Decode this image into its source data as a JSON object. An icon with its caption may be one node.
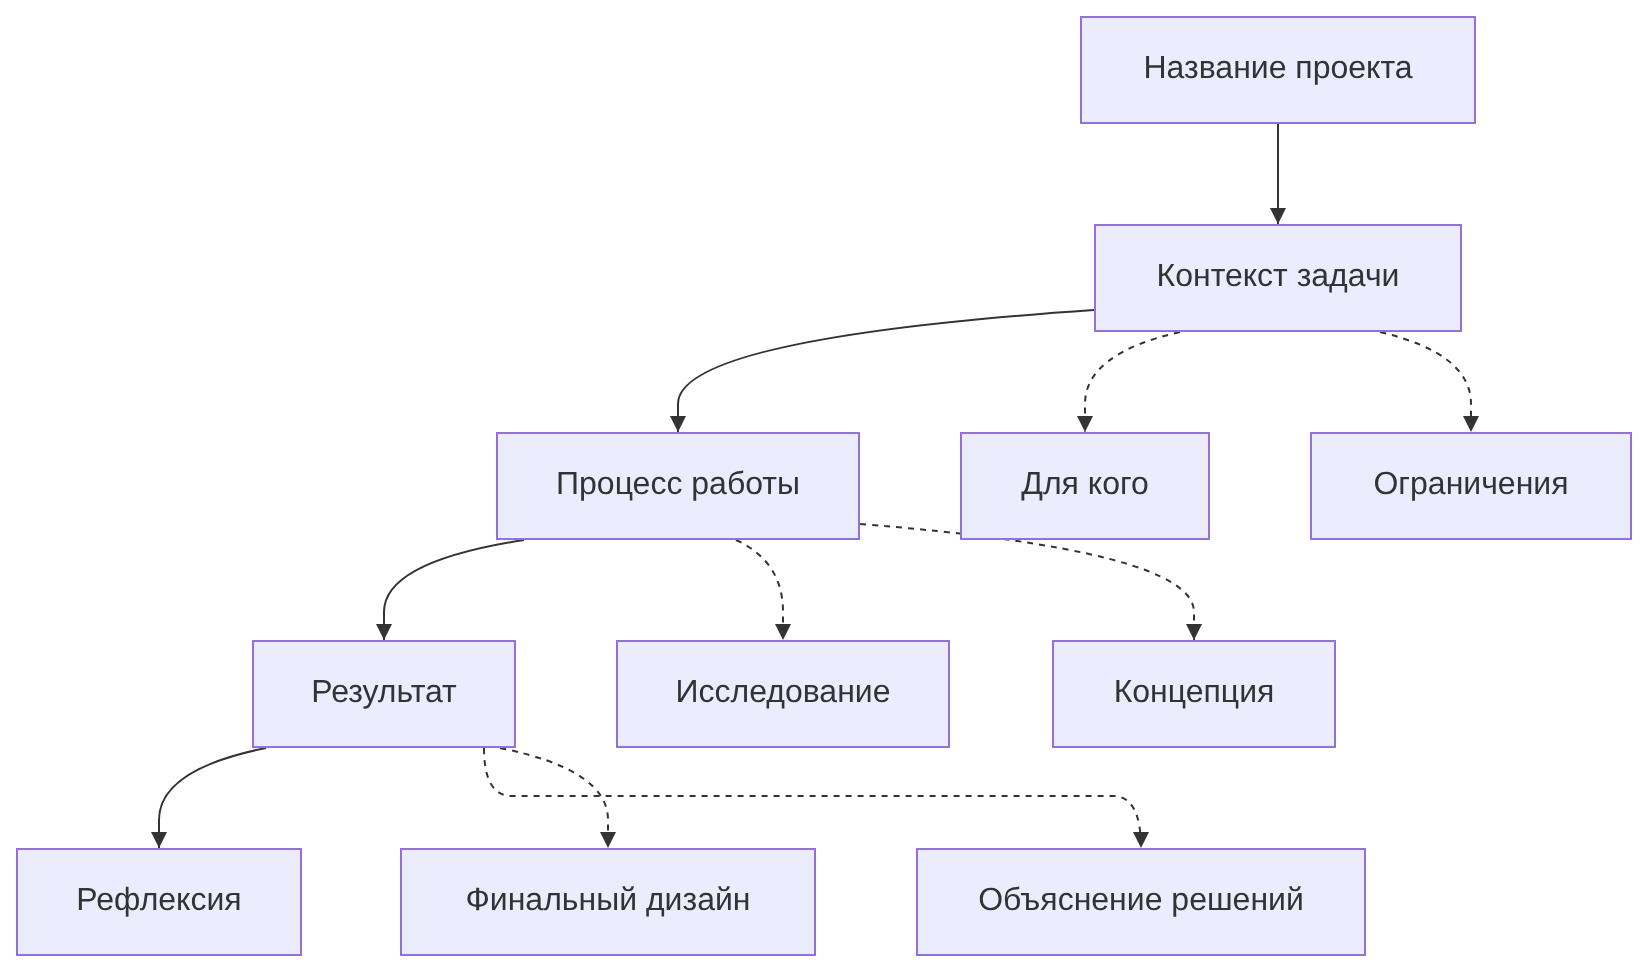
{
  "diagram": {
    "nodes": [
      {
        "text": [
          "Название проекта"
        ]
      },
      {
        "text": [
          "Контекст задачи"
        ]
      },
      {
        "text": [
          "Процесс работы"
        ]
      },
      {
        "text": [
          "Для кого"
        ]
      },
      {
        "text": [
          "Ограничения"
        ]
      },
      {
        "text": [
          "Результат"
        ]
      },
      {
        "text": [
          "Исследование"
        ]
      },
      {
        "text": [
          "Концепция"
        ]
      },
      {
        "text": [
          "Рефлексия"
        ]
      },
      {
        "text": [
          "Финальный дизайн"
        ]
      },
      {
        "text": [
          "Объяснение решений"
        ]
      }
    ],
    "edges": [
      {
        "from": 0,
        "to": 1,
        "arrow": "to"
      },
      {
        "from": 1,
        "to": 2,
        "arrow": "to"
      },
      {
        "from": 1,
        "to": 3,
        "arrow": "to",
        "style": "dashed"
      },
      {
        "from": 1,
        "to": 4,
        "arrow": "to",
        "style": "dashed"
      },
      {
        "from": 2,
        "to": 5,
        "arrow": "to"
      },
      {
        "from": 2,
        "to": 6,
        "arrow": "to",
        "style": "dashed"
      },
      {
        "from": 2,
        "to": 7,
        "arrow": "to",
        "style": "dashed"
      },
      {
        "from": 5,
        "to": 8,
        "arrow": "to"
      },
      {
        "from": 5,
        "to": 9,
        "arrow": "to",
        "style": "dashed"
      },
      {
        "from": 5,
        "to": 10,
        "arrow": "to",
        "style": "dashed"
      }
    ]
  }
}
